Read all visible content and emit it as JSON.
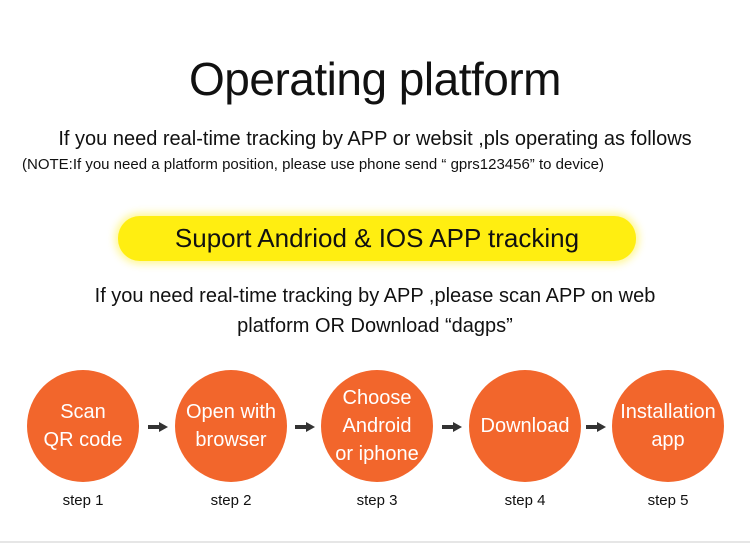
{
  "header": {
    "title": "Operating platform",
    "subtitle": "If you need real-time tracking by APP or websit ,pls operating as follows",
    "note": "(NOTE:If you need a platform position, please use phone send “ gprs123456” to device)"
  },
  "banner": {
    "text": "Suport Andriod & IOS APP tracking",
    "color": "#ffee11"
  },
  "description": {
    "line1": "If you need real-time tracking by APP ,please scan APP on web",
    "line2": "platform OR Download “dagps”"
  },
  "steps": [
    {
      "text": "Scan\nQR code",
      "label": "step 1"
    },
    {
      "text": "Open with\nbrowser",
      "label": "step 2"
    },
    {
      "text": "Choose\nAndroid\nor iphone",
      "label": "step 3"
    },
    {
      "text": "Download",
      "label": "step 4"
    },
    {
      "text": "Installation\napp",
      "label": "step 5"
    }
  ],
  "arrow_icon": "arrow-right-icon",
  "colors": {
    "circle": "#f2662c",
    "text": "#111111"
  }
}
